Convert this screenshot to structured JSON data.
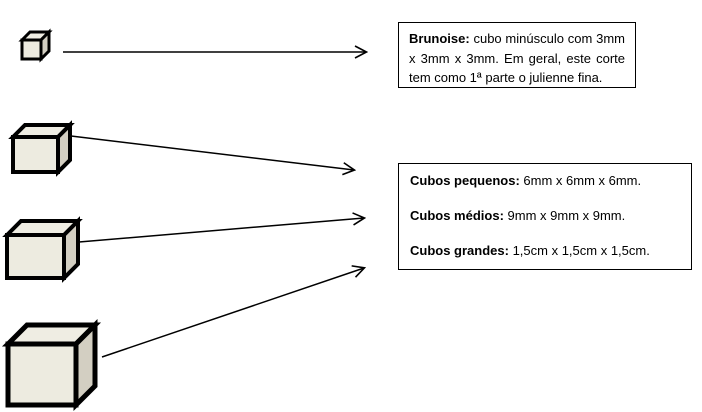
{
  "colors": {
    "outline": "#000000",
    "cube_front": "#edebe0",
    "cube_top": "#efede3",
    "cube_side": "#d3cfc2",
    "arrow": "#000000",
    "box_border": "#000000",
    "text": "#000000",
    "background": "#ffffff"
  },
  "brunoise_box": {
    "label": "Brunoise:",
    "text": " cubo minúsculo com 3mm x 3mm x 3mm. Em geral, este corte tem como 1ª parte o julienne fina."
  },
  "cubes_box": {
    "items": [
      {
        "label": "Cubos pequenos:",
        "value": " 6mm x 6mm x 6mm."
      },
      {
        "label": "Cubos médios:",
        "value": " 9mm x 9mm x 9mm."
      },
      {
        "label": "Cubos grandes:",
        "value": " 1,5cm x 1,5cm x 1,5cm."
      }
    ]
  }
}
